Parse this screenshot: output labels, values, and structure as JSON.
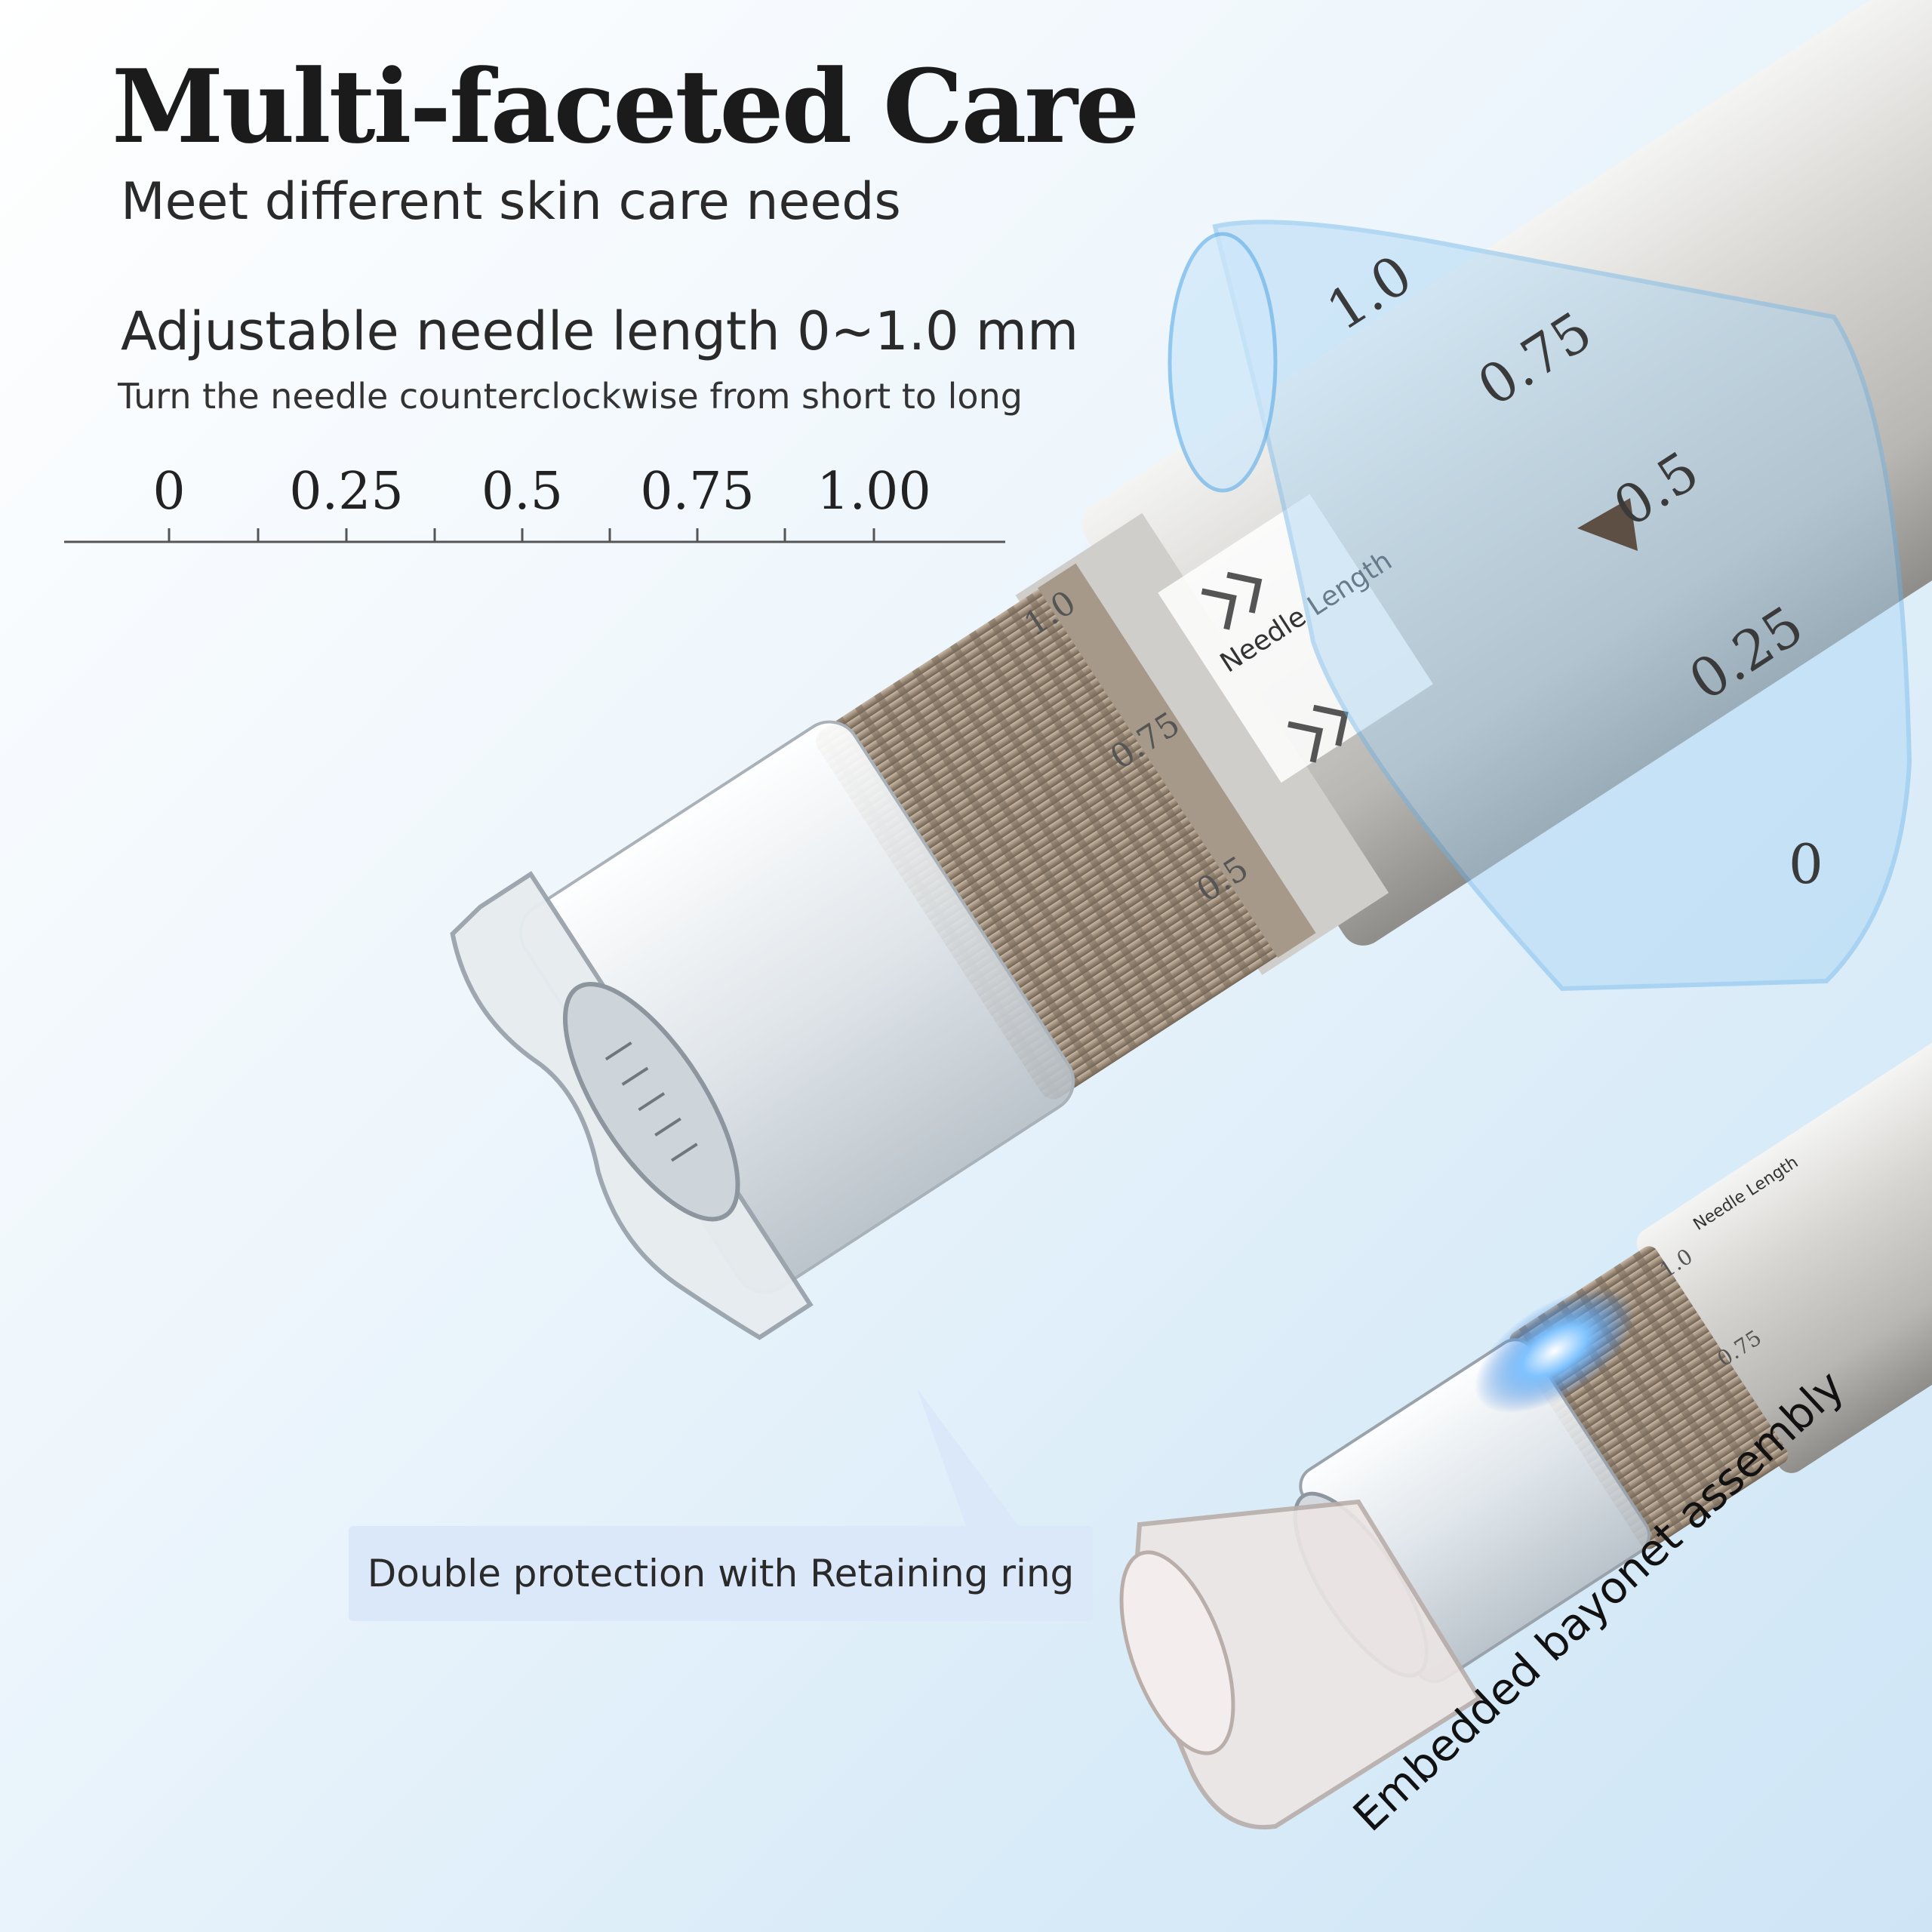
{
  "title": "Multi-faceted Care",
  "subtitle": "Meet different skin care needs",
  "needle_heading": "Adjustable needle length 0~1.0 mm",
  "needle_note": "Turn the needle counterclockwise from short to long",
  "scale": {
    "labels": [
      "0",
      "0.25",
      "0.5",
      "0.75",
      "1.00"
    ]
  },
  "highlight_band": {
    "labels": [
      "1.0",
      "0.75",
      "0.5",
      "0.25",
      "0"
    ]
  },
  "dial": {
    "labels": [
      "1.0",
      "0.75",
      "0.5"
    ],
    "ring_text": "Needle Length"
  },
  "small_pen": {
    "labels": [
      "1.0",
      "0.75"
    ],
    "ring_text": "Needle Length"
  },
  "callout": "Double protection with Retaining ring",
  "diagonal_caption": "Embedded bayonet assembly",
  "colors": {
    "background": "#e6f2fb",
    "band": "#a9d4f3",
    "callout_bg": "#dbe8fa",
    "collar": "#9c8b78"
  }
}
